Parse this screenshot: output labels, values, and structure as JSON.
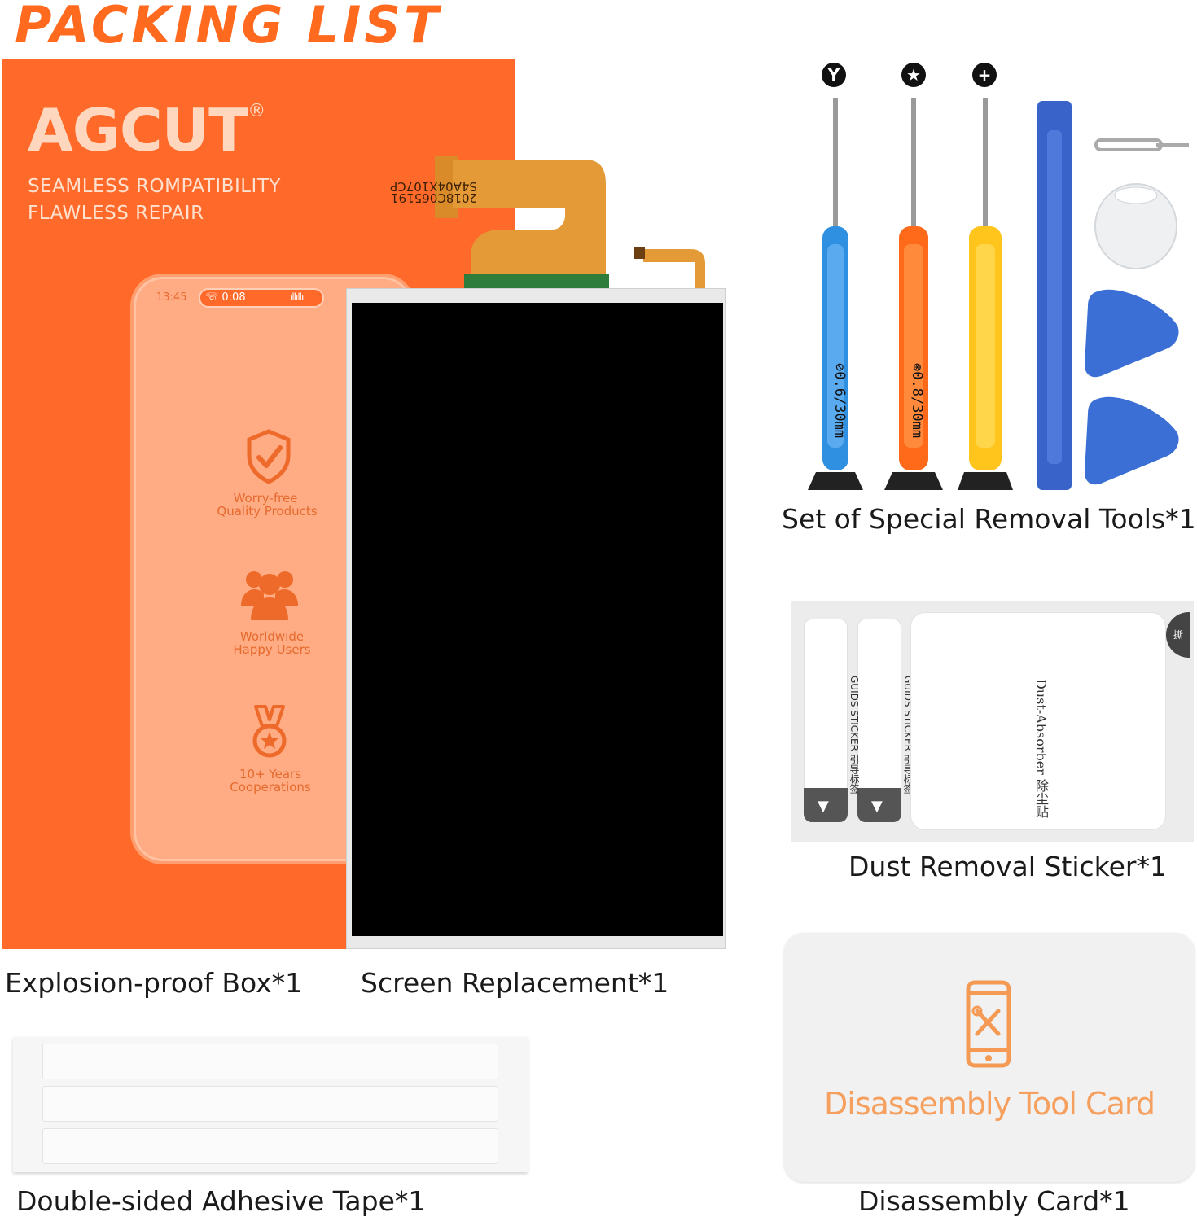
{
  "title": "PACKING LIST",
  "box": {
    "brand": "AGCUT",
    "registered": "®",
    "tagline1": "SEAMLESS ROMPATIBILITY",
    "tagline2": "FLAWLESS REPAIR",
    "phone_time": "13:45",
    "phone_call": "0:08",
    "features": [
      {
        "icon": "shield-check-icon",
        "line1": "Worry-free",
        "line2": "Quality Products"
      },
      {
        "icon": "users-icon",
        "line1": "Worldwide",
        "line2": "Happy Users"
      },
      {
        "icon": "medal-icon",
        "line1": "10+ Years",
        "line2": "Cooperations"
      }
    ]
  },
  "screen": {
    "flex_code1": "2018C065191",
    "flex_code2": "S4A04X107CP"
  },
  "tools": {
    "bit_icons": [
      "Y",
      "★",
      "+"
    ],
    "driver1_label": "⊘0.6/30mm",
    "driver2_label": "⊛0.8/30mm",
    "colors": {
      "blue": "#2f8fe0",
      "orange": "#ff6a1a",
      "yellow": "#ffc51c",
      "pry_blue": "#3a63c9"
    }
  },
  "dust": {
    "guide_text": "GUIDS STICKER 引导标签",
    "absorber_text": "Dust-Absorber 除尘贴",
    "corner_text": "撕"
  },
  "card_text": "Disassembly Tool Card",
  "captions": {
    "box": "Explosion-proof Box*1",
    "screen": "Screen Replacement*1",
    "tools": "Set of Special Removal Tools*1",
    "dust": "Dust Removal Sticker*1",
    "tape": "Double-sided Adhesive Tape*1",
    "card": "Disassembly Card*1"
  },
  "accent_color": "#ff6a1f"
}
